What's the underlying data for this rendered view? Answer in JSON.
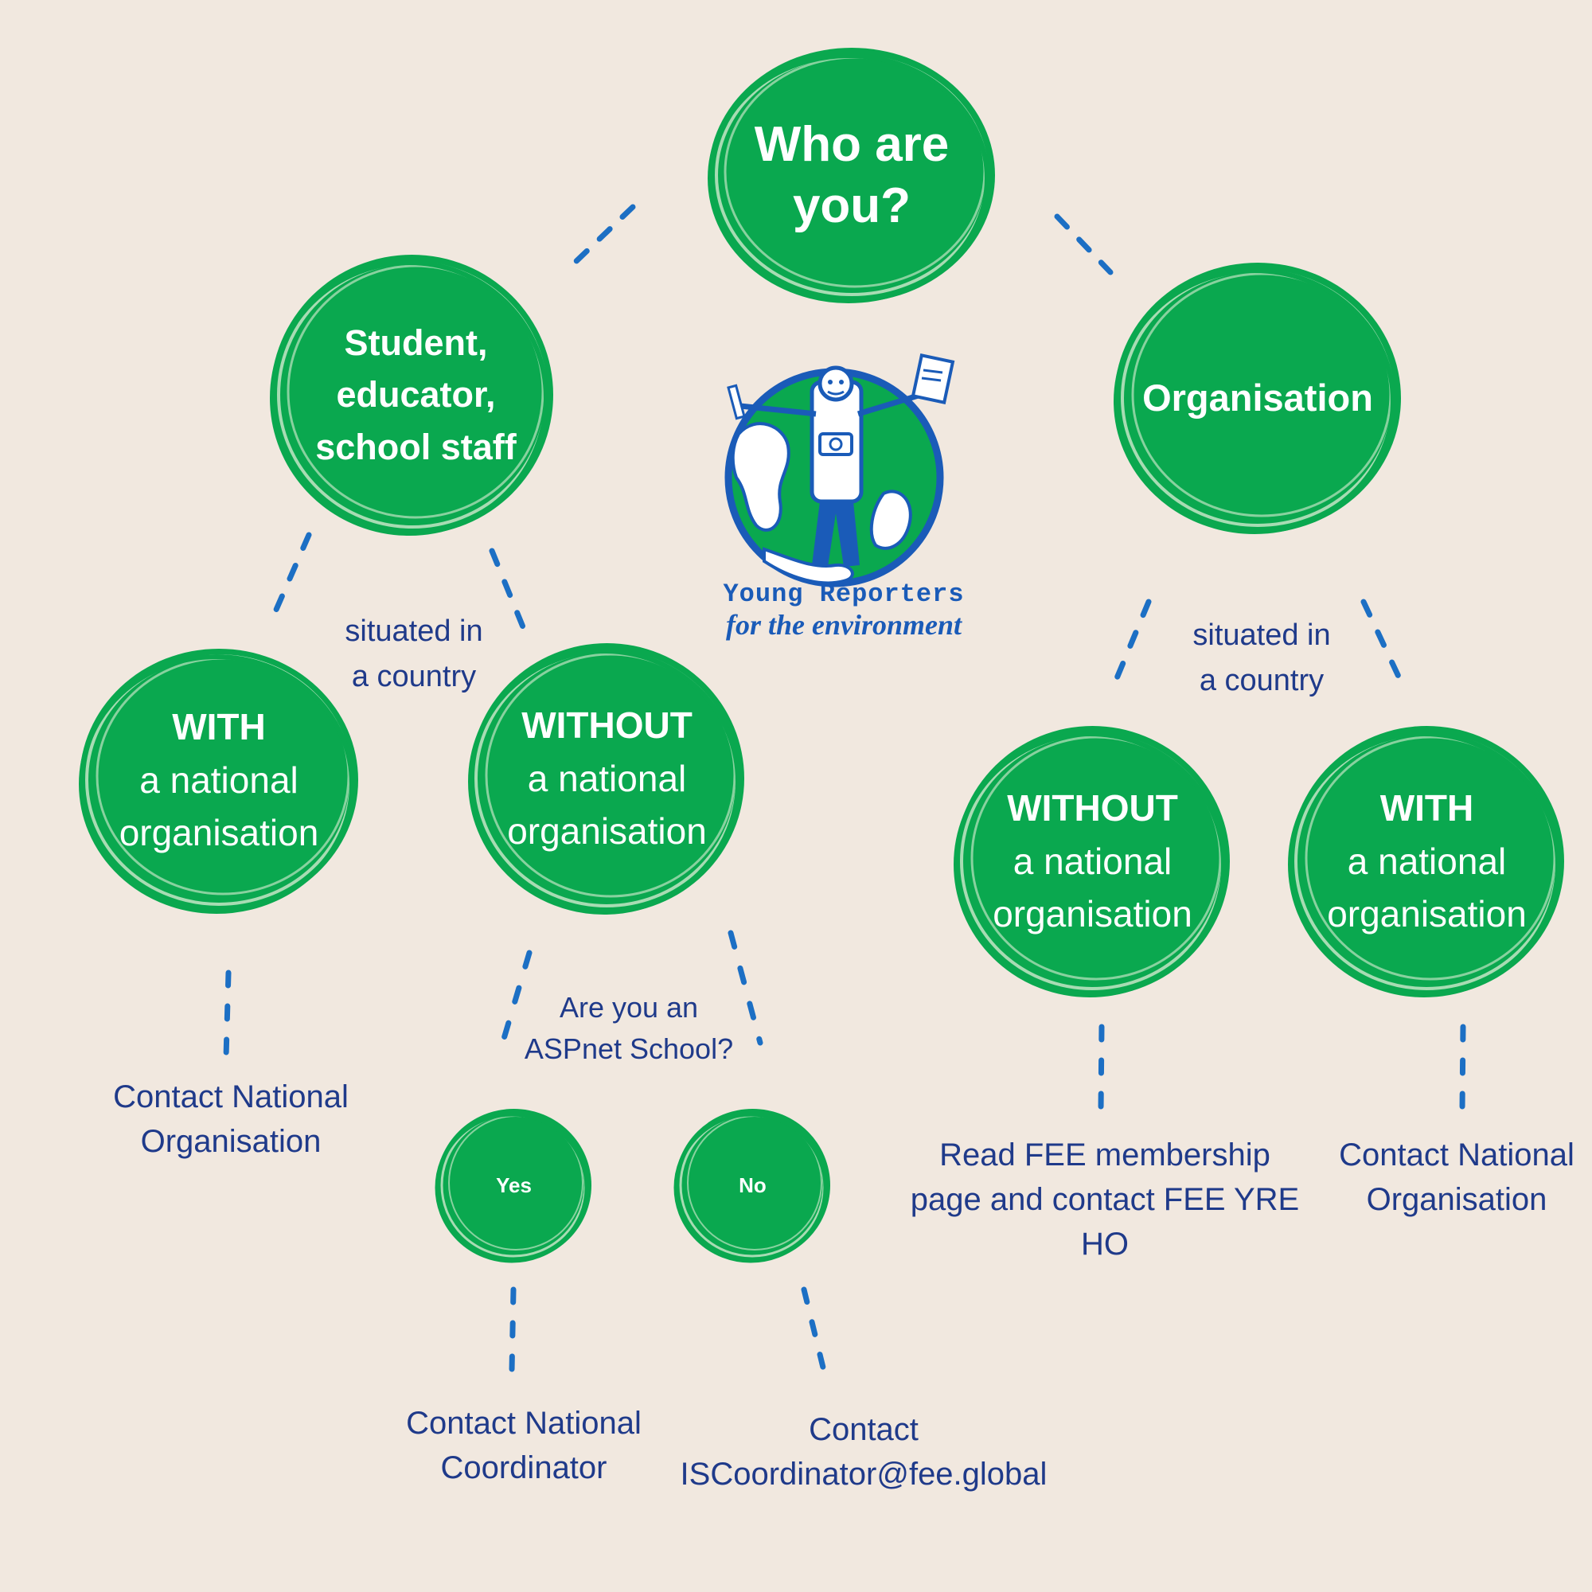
{
  "colors": {
    "background": "#f1e8df",
    "node_fill": "#0aa84f",
    "node_ring": "#a7dcb3",
    "text_blue": "#1f3a8a",
    "connector": "#1c6fc4",
    "logo_blue": "#1a5bb8"
  },
  "nodes": {
    "root": {
      "line1": "Who are",
      "line2": "you?"
    },
    "student": {
      "line1": "Student,",
      "line2": "educator,",
      "line3": "school staff"
    },
    "organisation": {
      "line1": "Organisation"
    },
    "with_left": {
      "line1": "WITH",
      "line2": "a national",
      "line3": "organisation"
    },
    "without_left": {
      "line1": "WITHOUT",
      "line2": "a national",
      "line3": "organisation"
    },
    "without_right": {
      "line1": "WITHOUT",
      "line2": "a national",
      "line3": "organisation"
    },
    "with_right": {
      "line1": "WITH",
      "line2": "a national",
      "line3": "organisation"
    },
    "yes": {
      "line1": "Yes"
    },
    "no": {
      "line1": "No"
    }
  },
  "labels": {
    "situated_left": {
      "line1": "situated in",
      "line2": "a country"
    },
    "situated_right": {
      "line1": "situated in",
      "line2": "a country"
    },
    "aspnet_question": {
      "line1": "Are you an",
      "line2": "ASPnet School?"
    },
    "contact_national_org_left": {
      "line1": "Contact National",
      "line2": "Organisation"
    },
    "read_fee": {
      "line1": "Read FEE membership",
      "line2": "page and contact FEE YRE",
      "line3": "HO"
    },
    "contact_national_org_right": {
      "line1": "Contact National",
      "line2": "Organisation"
    },
    "contact_national_coordinator": {
      "line1": "Contact National",
      "line2": "Coordinator"
    },
    "contact_iscoordinator": {
      "line1": "Contact",
      "line2": "ISCoordinator@fee.global"
    }
  },
  "logo": {
    "line1": "Young Reporters",
    "line2": "for the environment",
    "icon": "globe-reporter-logo"
  }
}
